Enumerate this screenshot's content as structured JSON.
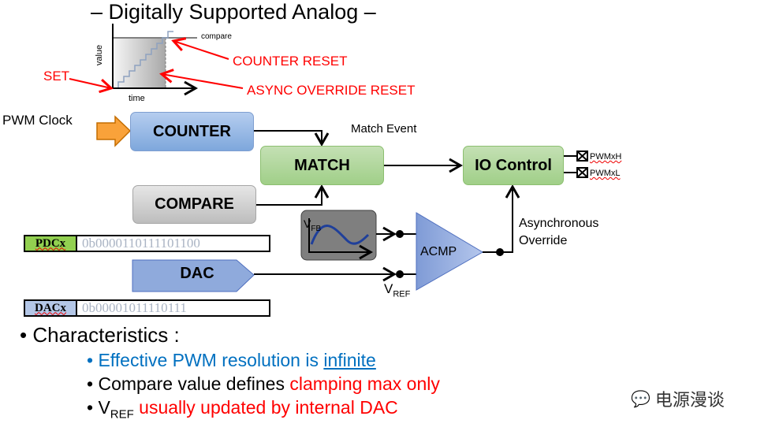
{
  "title": "– Digitally Supported Analog –",
  "inset": {
    "compare": "compare",
    "value": "value",
    "time": "time",
    "set": "SET",
    "counter_reset": "COUNTER RESET",
    "async_reset": "ASYNC OVERRIDE RESET"
  },
  "blocks": {
    "pwm_clock": "PWM Clock",
    "counter": "COUNTER",
    "match": "MATCH",
    "match_event": "Match Event",
    "io_control": "IO Control",
    "compare": "COMPARE",
    "dac": "DAC",
    "acmp": "ACMP",
    "vfb": "V",
    "vfb_sub": "FB",
    "vref": "V",
    "vref_sub": "REF",
    "async1": "Asynchronous",
    "async2": "Override",
    "pwmh": "PWMxH",
    "pwml": "PWMxL"
  },
  "registers": [
    {
      "label": "PDCx",
      "value": "0b0000110111101100",
      "color": "#92d050"
    },
    {
      "label": "DACx",
      "value": "0b00001011110111",
      "color": "#b4c7e7"
    }
  ],
  "bullets": {
    "heading": "Characteristics :",
    "b1a": "Effective PWM resolution is ",
    "b1b": "infinite",
    "b2a": "Compare value defines ",
    "b2b": "clamping max only",
    "b3a": "V",
    "b3sub": "REF",
    "b3b": " usually updated by internal DAC"
  },
  "watermark": "电源漫谈"
}
